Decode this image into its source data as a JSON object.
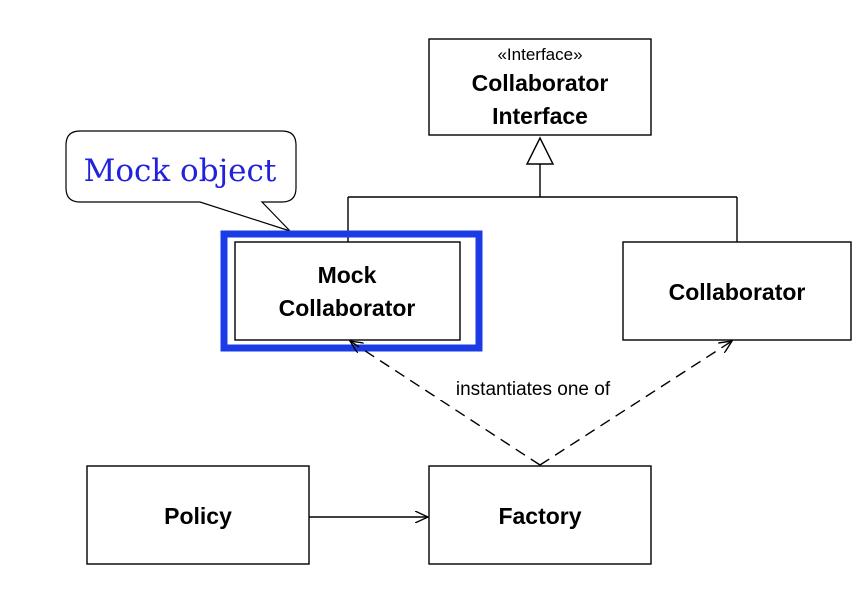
{
  "colors": {
    "highlight": "#1a3be6",
    "callout_text": "#2222dd",
    "line": "#000000",
    "background": "#ffffff"
  },
  "callout": {
    "text": "Mock object"
  },
  "nodes": {
    "interface": {
      "stereotype": "«Interface»",
      "line1": "Collaborator",
      "line2": "Interface"
    },
    "mock": {
      "line1": "Mock",
      "line2": "Collaborator"
    },
    "collaborator": {
      "label": "Collaborator"
    },
    "policy": {
      "label": "Policy"
    },
    "factory": {
      "label": "Factory"
    }
  },
  "edges": {
    "instantiates_label": "instantiates one of"
  }
}
